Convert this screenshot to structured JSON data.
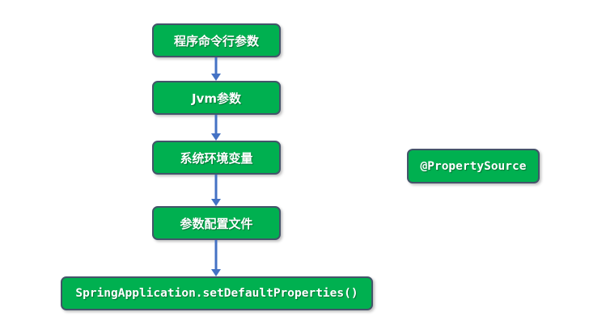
{
  "diagram": {
    "type": "flowchart",
    "description": "Vertical priority chain of Spring Boot property sources with a standalone annotation node on the right",
    "flow_nodes": [
      {
        "id": "cmdline-args",
        "label": "程序命令行参数"
      },
      {
        "id": "jvm-args",
        "label": "Jvm参数"
      },
      {
        "id": "system-env",
        "label": "系统环境变量"
      },
      {
        "id": "config-file",
        "label": "参数配置文件"
      },
      {
        "id": "set-default",
        "label": "SpringApplication.setDefaultProperties()"
      }
    ],
    "side_node": {
      "id": "property-source-annotation",
      "label": "@PropertySource"
    },
    "arrows": {
      "count": 4,
      "direction": "down"
    },
    "colors": {
      "node_fill": "#00B050",
      "node_border": "#44546A",
      "arrow_color": "#4472C4",
      "node_text": "#FFFFFF",
      "background": "#FFFFFF"
    }
  }
}
